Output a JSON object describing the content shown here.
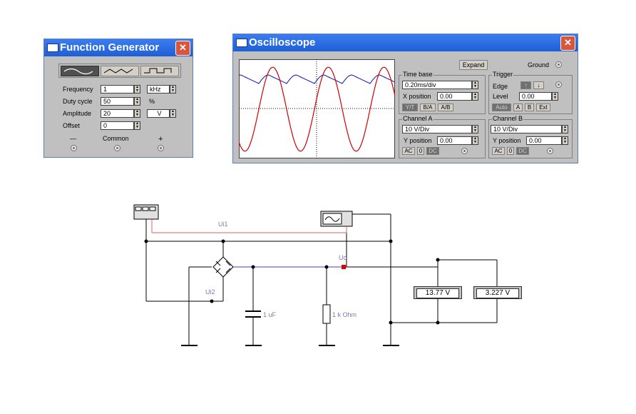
{
  "function_generator": {
    "title": "Function Generator",
    "frequency_label": "Frequency",
    "frequency_value": "1",
    "frequency_unit": "kHz",
    "duty_cycle_label": "Duty cycle",
    "duty_cycle_value": "50",
    "duty_cycle_unit": "%",
    "amplitude_label": "Amplitude",
    "amplitude_value": "20",
    "amplitude_unit": "V",
    "offset_label": "Offset",
    "offset_value": "0",
    "minus_label": "—",
    "common_label": "Common",
    "plus_label": "+"
  },
  "oscilloscope": {
    "title": "Oscilloscope",
    "expand_label": "Expand",
    "ground_label": "Ground",
    "time_base": {
      "title": "Time base",
      "value": "0.20ms/div",
      "x_position_label": "X position",
      "x_position_value": "0.00",
      "buttons": [
        "Y/T",
        "B/A",
        "A/B"
      ]
    },
    "trigger": {
      "title": "Trigger",
      "edge_label": "Edge",
      "level_label": "Level",
      "level_value": "0.00",
      "buttons": [
        "Auto",
        "A",
        "B",
        "Ext"
      ]
    },
    "channel_a": {
      "title": "Channel A",
      "value": "10  V/Div",
      "y_position_label": "Y position",
      "y_position_value": "0.00",
      "buttons": [
        "AC",
        "0",
        "DC"
      ]
    },
    "channel_b": {
      "title": "Channel B",
      "value": "10  V/Div",
      "y_position_label": "Y position",
      "y_position_value": "0.00",
      "buttons": [
        "AC",
        "0",
        "DC"
      ]
    }
  },
  "circuit": {
    "labels": {
      "ui1": "Ui1",
      "uo": "Uo",
      "ui2": "Ui2",
      "capacitor": "1 uF",
      "resistor": "1 k Ohm"
    },
    "meter1_value": "13.77  V",
    "meter2_value": "3.227  V"
  }
}
